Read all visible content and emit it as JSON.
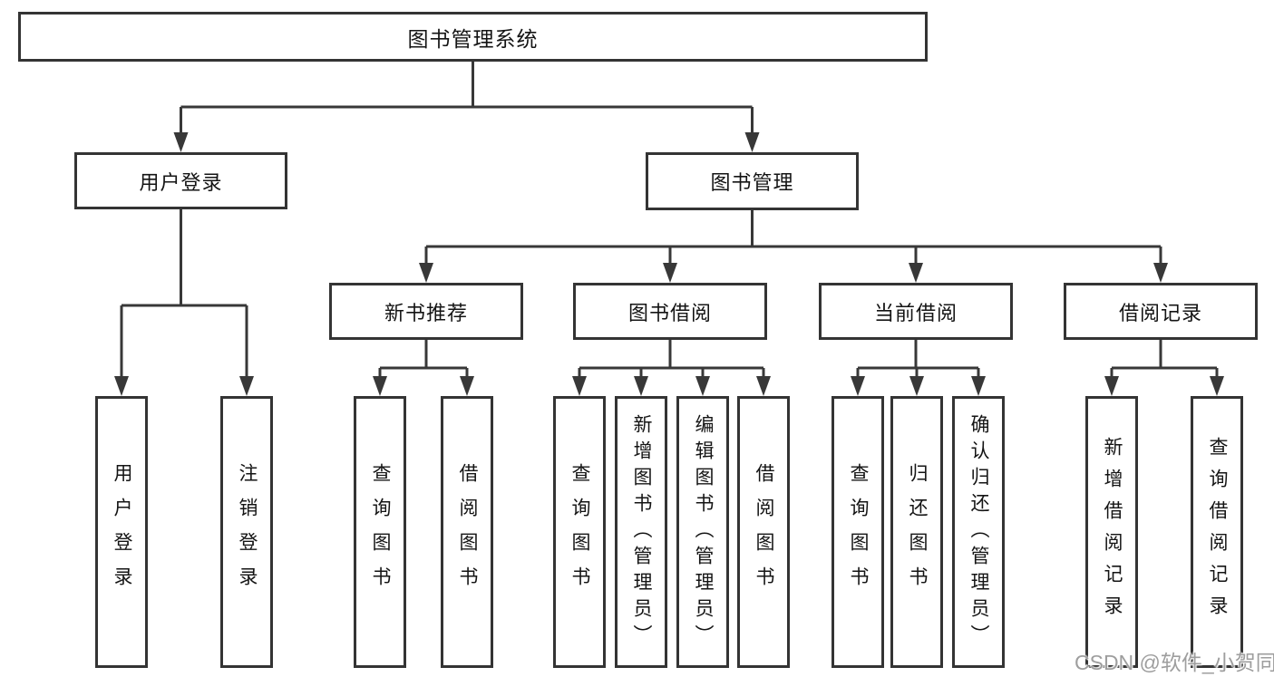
{
  "diagram": {
    "title": "图书管理系统",
    "colors": {
      "line": "#383838",
      "box_border": "#343434",
      "text": "#141414",
      "watermark": "#9e9e9e"
    },
    "nodes": {
      "root": {
        "label": "图书管理系统"
      },
      "user_login": {
        "label": "用户登录"
      },
      "book_mgmt": {
        "label": "图书管理"
      },
      "new_book_rec": {
        "label": "新书推荐"
      },
      "book_borrow": {
        "label": "图书借阅"
      },
      "current_borrow": {
        "label": "当前借阅"
      },
      "borrow_record": {
        "label": "借阅记录"
      },
      "leaf_user_login": {
        "label": "用户登录"
      },
      "leaf_logout": {
        "label": "注销登录"
      },
      "leaf_nbr_query_books": {
        "label": "查询图书"
      },
      "leaf_nbr_borrow_books": {
        "label": "借阅图书"
      },
      "leaf_bb_query_books": {
        "label": "查询图书"
      },
      "leaf_bb_add_books_admin": {
        "label": "新增图书（管理员）"
      },
      "leaf_bb_edit_books_admin": {
        "label": "编辑图书（管理员）"
      },
      "leaf_bb_borrow_books": {
        "label": "借阅图书"
      },
      "leaf_cb_query_books": {
        "label": "查询图书"
      },
      "leaf_cb_return_books": {
        "label": "归还图书"
      },
      "leaf_cb_confirm_return_admin": {
        "label": "确认归还（管理员）"
      },
      "leaf_br_add_record": {
        "label": "新增借阅记录"
      },
      "leaf_br_query_record": {
        "label": "查询借阅记录"
      }
    },
    "edges": [
      [
        "root",
        "user_login"
      ],
      [
        "root",
        "book_mgmt"
      ],
      [
        "user_login",
        "leaf_user_login"
      ],
      [
        "user_login",
        "leaf_logout"
      ],
      [
        "book_mgmt",
        "new_book_rec"
      ],
      [
        "book_mgmt",
        "book_borrow"
      ],
      [
        "book_mgmt",
        "current_borrow"
      ],
      [
        "book_mgmt",
        "borrow_record"
      ],
      [
        "new_book_rec",
        "leaf_nbr_query_books"
      ],
      [
        "new_book_rec",
        "leaf_nbr_borrow_books"
      ],
      [
        "book_borrow",
        "leaf_bb_query_books"
      ],
      [
        "book_borrow",
        "leaf_bb_add_books_admin"
      ],
      [
        "book_borrow",
        "leaf_bb_edit_books_admin"
      ],
      [
        "book_borrow",
        "leaf_bb_borrow_books"
      ],
      [
        "current_borrow",
        "leaf_cb_query_books"
      ],
      [
        "current_borrow",
        "leaf_cb_return_books"
      ],
      [
        "current_borrow",
        "leaf_cb_confirm_return_admin"
      ],
      [
        "borrow_record",
        "leaf_br_add_record"
      ],
      [
        "borrow_record",
        "leaf_br_query_record"
      ]
    ]
  },
  "watermark": {
    "text": "CSDN @软件_小贺同学"
  }
}
